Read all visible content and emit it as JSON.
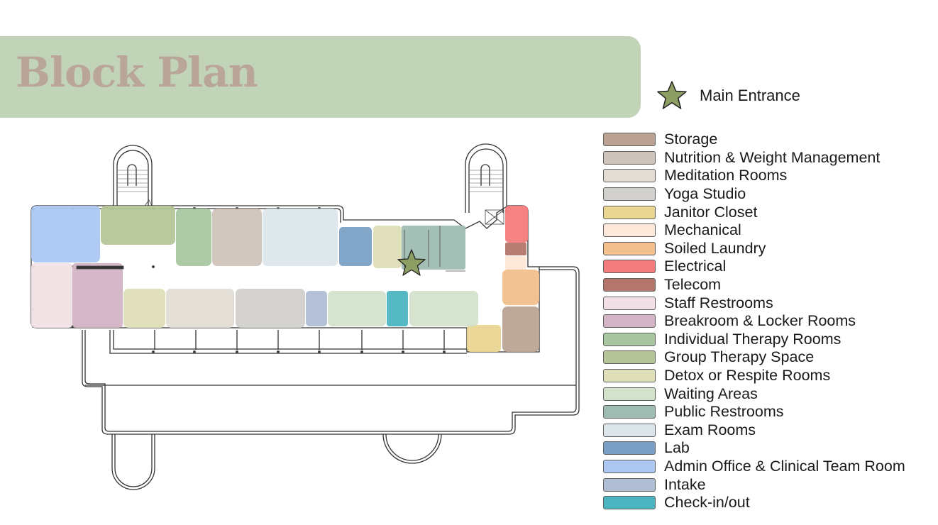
{
  "header": {
    "title": "Block Plan"
  },
  "entrance": {
    "label": "Main Entrance",
    "icon": "star-icon",
    "color": "#8c9e62"
  },
  "legend": [
    {
      "key": "storage",
      "label": "Storage",
      "color": "#bba393"
    },
    {
      "key": "nutrition",
      "label": "Nutrition & Weight Management",
      "color": "#cfc4bb"
    },
    {
      "key": "meditation",
      "label": "Meditation Rooms",
      "color": "#e1ddd5"
    },
    {
      "key": "yoga",
      "label": "Yoga Studio",
      "color": "#d2d0cc"
    },
    {
      "key": "janitor",
      "label": "Janitor Closet",
      "color": "#ead591"
    },
    {
      "key": "mechanical",
      "label": "Mechanical",
      "color": "#fde7d8"
    },
    {
      "key": "soiled",
      "label": "Soiled Laundry",
      "color": "#f2bf8d"
    },
    {
      "key": "electrical",
      "label": "Electrical",
      "color": "#f47c7c"
    },
    {
      "key": "telecom",
      "label": "Telecom",
      "color": "#b4766c"
    },
    {
      "key": "staff_rr",
      "label": "Staff Restrooms",
      "color": "#f1e1e6"
    },
    {
      "key": "breakroom",
      "label": "Breakroom & Locker Rooms",
      "color": "#d2b4c4"
    },
    {
      "key": "individual",
      "label": "Individual Therapy Rooms",
      "color": "#a8c7a0"
    },
    {
      "key": "group",
      "label": "Group Therapy Space",
      "color": "#b5c598"
    },
    {
      "key": "detox",
      "label": "Detox or Respite Rooms",
      "color": "#dedfb8"
    },
    {
      "key": "waiting",
      "label": "Waiting Areas",
      "color": "#d3e2cc"
    },
    {
      "key": "public_rr",
      "label": "Public Restrooms",
      "color": "#9ebcb2"
    },
    {
      "key": "exam",
      "label": "Exam Rooms",
      "color": "#dce6ea"
    },
    {
      "key": "lab",
      "label": "Lab",
      "color": "#7aa1c5"
    },
    {
      "key": "admin",
      "label": "Admin Office & Clinical Team Room",
      "color": "#abc7f2"
    },
    {
      "key": "intake",
      "label": "Intake",
      "color": "#b0bdd3"
    },
    {
      "key": "checkin",
      "label": "Check-in/out",
      "color": "#4cb5c0"
    }
  ]
}
